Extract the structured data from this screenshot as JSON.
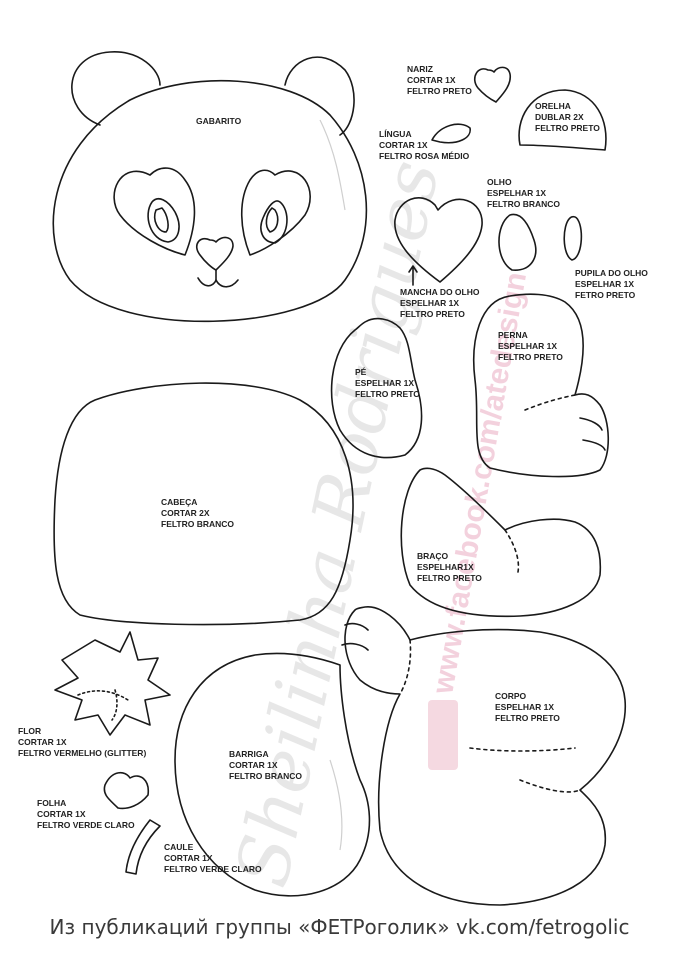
{
  "labels": {
    "gabarito": [
      "GABARITO"
    ],
    "nariz": [
      "NARIZ",
      "CORTAR 1X",
      "FELTRO PRETO"
    ],
    "orelha": [
      "ORELHA",
      "DUBLAR 2X",
      "FELTRO PRETO"
    ],
    "lingua": [
      "LÍNGUA",
      "CORTAR 1X",
      "FELTRO ROSA MÉDIO"
    ],
    "olho": [
      "OLHO",
      "ESPELHAR 1X",
      "FELTRO BRANCO"
    ],
    "pupila": [
      "PUPILA DO OLHO",
      "ESPELHAR 1X",
      "FETRO PRETO"
    ],
    "mancha": [
      "MANCHA DO OLHO",
      "ESPELHAR 1X",
      "FELTRO PRETO"
    ],
    "perna": [
      "PERNA",
      "ESPELHAR 1X",
      "FELTRO PRETO"
    ],
    "pe": [
      "PÉ",
      "ESPELHAR 1X",
      "FELTRO PRETO"
    ],
    "cabeca": [
      "CABEÇA",
      "CORTAR 2X",
      "FELTRO BRANCO"
    ],
    "braco": [
      "BRAÇO",
      "ESPELHAR1X",
      "FELTRO PRETO"
    ],
    "corpo": [
      "CORPO",
      "ESPELHAR 1X",
      "FELTRO PRETO"
    ],
    "flor": [
      "FLOR",
      "CORTAR 1X",
      "FELTRO VERMELHO (GLITTER)"
    ],
    "barriga": [
      "BARRIGA",
      "CORTAR 1X",
      "FELTRO BRANCO"
    ],
    "folha": [
      "FOLHA",
      "CORTAR 1X",
      "FELTRO VERDE CLARO"
    ],
    "caule": [
      "CAULE",
      "CORTAR 1X",
      "FELTRO VERDE CLARO"
    ]
  },
  "watermark": {
    "signature": "Sheilinha Rodrigues",
    "url": "www.facebook.com/atedesign"
  },
  "footer": "Из публикаций группы «ФЕТРоголик» vk.com/fetrogolic",
  "colors": {
    "outline": "#1a1a1a",
    "watermark_url": "#e9b8c8"
  }
}
